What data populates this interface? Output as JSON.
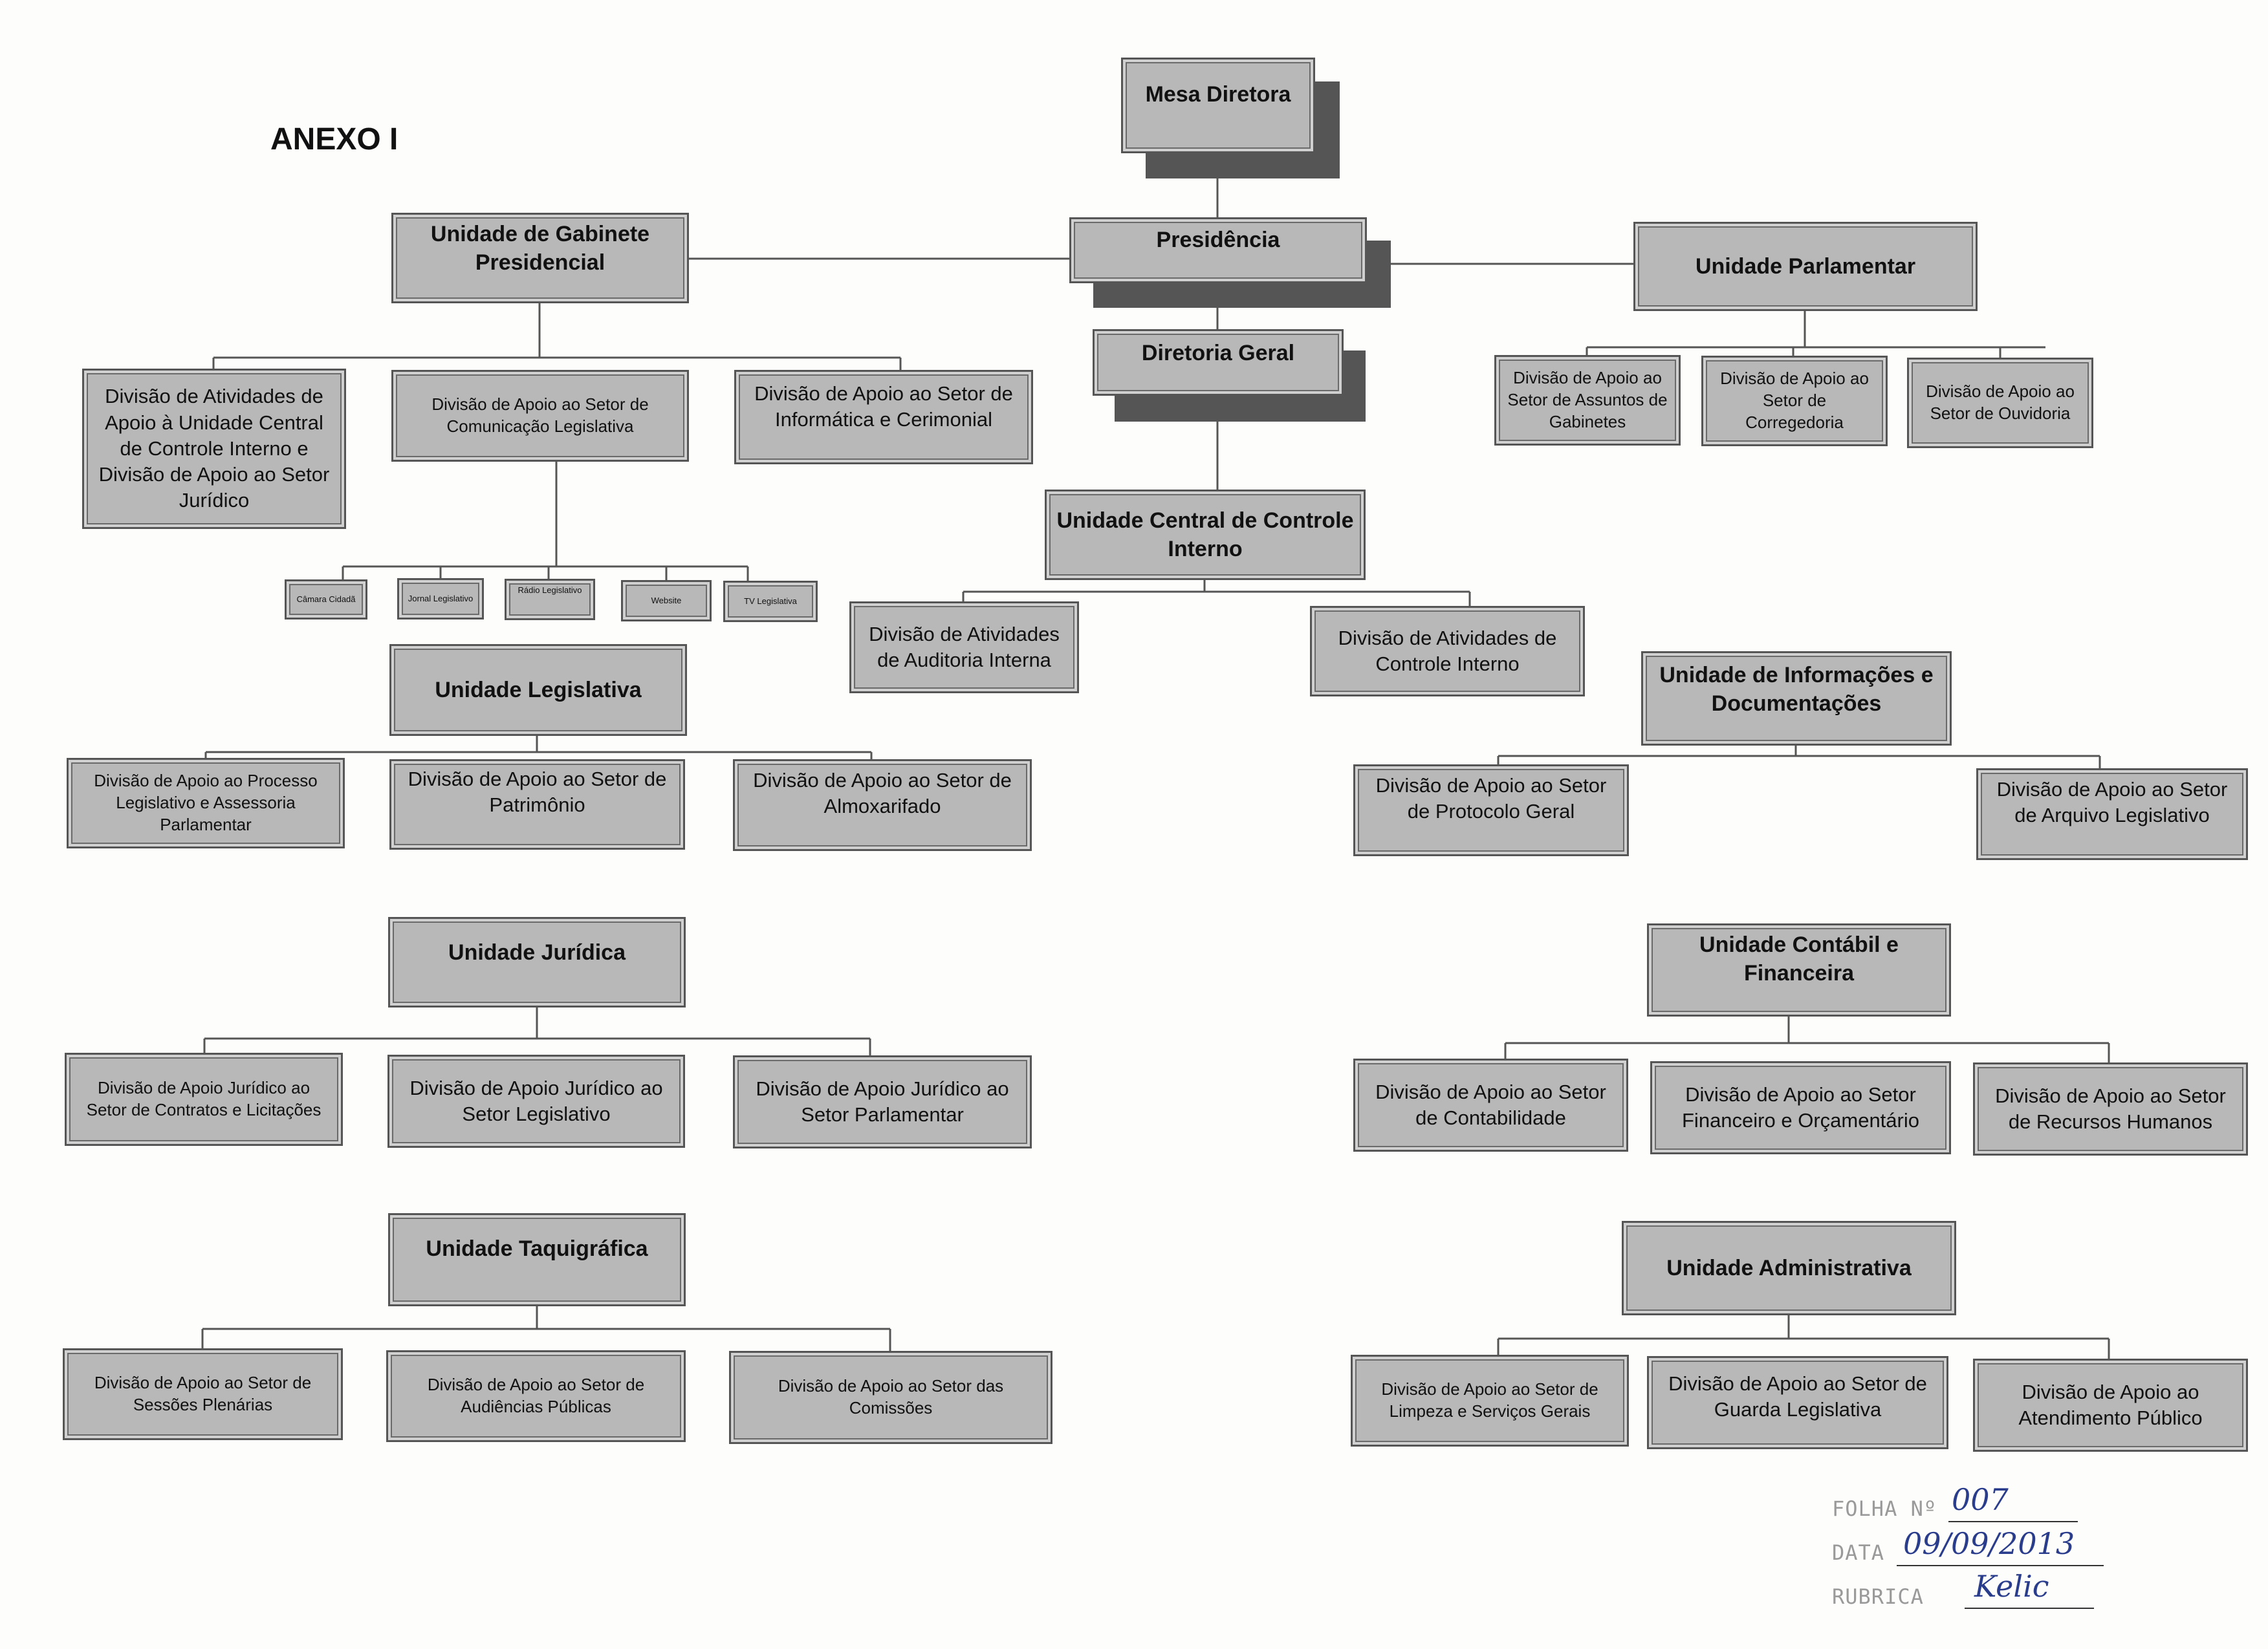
{
  "title": "ANEXO I",
  "colors": {
    "box_fill": "#b8b8b8",
    "box_border": "#555555",
    "shadow": "#555555",
    "stamp_ink": "#2a3d8c"
  },
  "boxes": {
    "mesa": "Mesa Diretora",
    "presidencia": "Presidência",
    "diretoria": "Diretoria Geral",
    "gabinete": "Unidade de Gabinete Presidencial",
    "parlamentar": "Unidade Parlamentar",
    "div_assuntos_gabinetes": "Divisão de Apoio ao Setor de Assuntos de Gabinetes",
    "div_corregedoria": "Divisão de Apoio ao Setor de Corregedoria",
    "div_ouvidoria": "Divisão de Apoio ao Setor de Ouvidoria",
    "div_atividades_unidade_central": "Divisão de Atividades de Apoio à Unidade Central de Controle Interno e Divisão de Apoio ao Setor Jurídico",
    "div_comunicacao": "Divisão de Apoio ao Setor de Comunicação Legislativa",
    "div_informatica": "Divisão de Apoio ao Setor de Informática e Cerimonial",
    "camara_cidada": "Câmara Cidadã",
    "jornal": "Jornal Legislativo",
    "radio": "Rádio Legislativo",
    "website": "Website",
    "tv": "TV Legislativa",
    "controle_central": "Unidade Central de Controle Interno",
    "div_auditoria": "Divisão de Atividades de Auditoria Interna",
    "div_controle_interno": "Divisão de Atividades de Controle Interno",
    "legislativa": "Unidade Legislativa",
    "div_processo_legislativo": "Divisão de Apoio ao Processo Legislativo e Assessoria Parlamentar",
    "div_patrimonio": "Divisão de Apoio ao Setor de Patrimônio",
    "div_almoxarifado": "Divisão de Apoio ao Setor de Almoxarifado",
    "informacoes": "Unidade de Informações e Documentações",
    "div_protocolo": "Divisão de Apoio ao Setor de Protocolo Geral",
    "div_arquivo": "Divisão de Apoio ao Setor de Arquivo Legislativo",
    "juridica": "Unidade Jurídica",
    "div_contratos": "Divisão de Apoio Jurídico ao Setor de Contratos e Licitações",
    "div_jur_legislativo": "Divisão de Apoio Jurídico ao Setor Legislativo",
    "div_jur_parlamentar": "Divisão de Apoio Jurídico ao Setor Parlamentar",
    "contabil": "Unidade Contábil e Financeira",
    "div_contabilidade": "Divisão de Apoio ao Setor de Contabilidade",
    "div_financeiro": "Divisão de Apoio ao Setor Financeiro e Orçamentário",
    "div_rh": "Divisão de Apoio ao Setor de Recursos Humanos",
    "taquigrafica": "Unidade Taquigráfica",
    "div_sessoes": "Divisão de Apoio ao Setor de Sessões Plenárias",
    "div_audiencias": "Divisão de Apoio ao Setor de Audiências Públicas",
    "div_comissoes": "Divisão de Apoio ao Setor das Comissões",
    "administrativa": "Unidade Administrativa",
    "div_limpeza": "Divisão de Apoio ao Setor de Limpeza e Serviços Gerais",
    "div_guarda": "Divisão de Apoio ao Setor de Guarda Legislativa",
    "div_atendimento": "Divisão de Apoio ao Atendimento Público"
  },
  "stamp": {
    "folha_label": "FOLHA Nº",
    "folha_value": "007",
    "data_label": "DATA",
    "data_value": "09/09/2013",
    "rubrica_label": "RUBRICA",
    "rubrica_value": "Kelic"
  }
}
